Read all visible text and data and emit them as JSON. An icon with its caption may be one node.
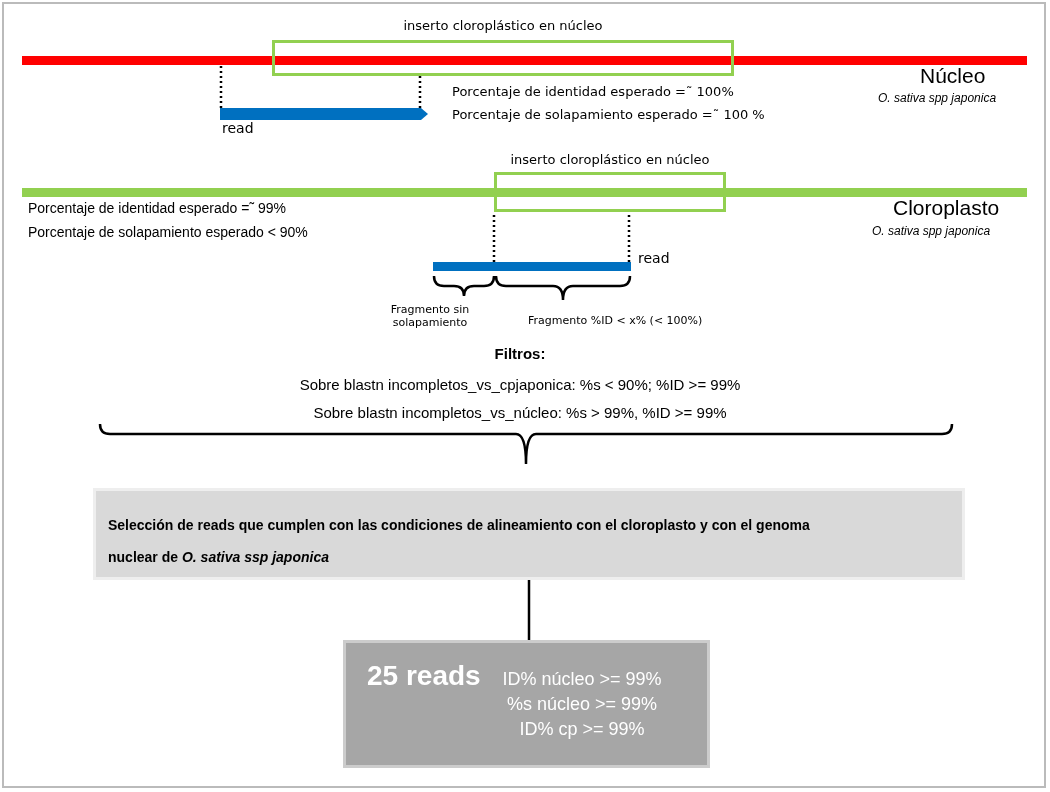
{
  "diagram": {
    "nodes": [
      {
        "text": [],
        "shape": "bar",
        "beside": [
          "Núcleo",
          "O. sativa spp japonica"
        ]
      },
      {
        "text": [
          "inserto cloroplástico en núcleo"
        ]
      },
      {
        "text": [],
        "shape": "bar",
        "beside": [
          "read"
        ]
      },
      {
        "text": [],
        "shape": "bar",
        "beside": [
          "Cloroplasto",
          "O. sativa spp japonica"
        ]
      },
      {
        "text": [
          "inserto cloroplástico en núcleo"
        ]
      },
      {
        "text": [],
        "shape": "bar",
        "beside": [
          "read"
        ]
      },
      {
        "text": [
          "Selección de reads que cumplen con las condiciones de alineamiento con el cloroplasto y con el genoma nuclear de *O. sativa ssp japonica*"
        ]
      },
      {
        "text": [
          "25 reads",
          "ID% núcleo >= 99% %s núcleo >= 99% ID% cp >= 99%"
        ]
      }
    ],
    "edges": [
      {
        "from": 2,
        "to": 0,
        "arrow": "none",
        "style": "dashed"
      },
      {
        "from": 2,
        "to": 1,
        "arrow": "none",
        "style": "dashed"
      },
      {
        "from": 5,
        "to": 4,
        "arrow": "none",
        "style": "dashed"
      },
      {
        "from": 5,
        "to": 4,
        "arrow": "none",
        "style": "dashed"
      },
      {
        "from": 6,
        "to": 7,
        "arrow": "none"
      }
    ],
    "labels": [
      "Porcentaje de identidad esperado =˜ 100%",
      "Porcentaje de solapamiento esperado =˜ 100 %",
      "Porcentaje de identidad esperado =˜ 99%",
      "Porcentaje de solapamiento  esperado  < 90%",
      "Fragmento sin solapamiento",
      "Fragmento %ID < x% (< 100%)",
      "Filtros:",
      "Sobre blastn  incompletos_vs_cpjaponica: %s < 90%; %ID >=  99%",
      "Sobre blastn incompletos_vs_núcleo: %s > 99%,  %ID >= 99%"
    ]
  }
}
